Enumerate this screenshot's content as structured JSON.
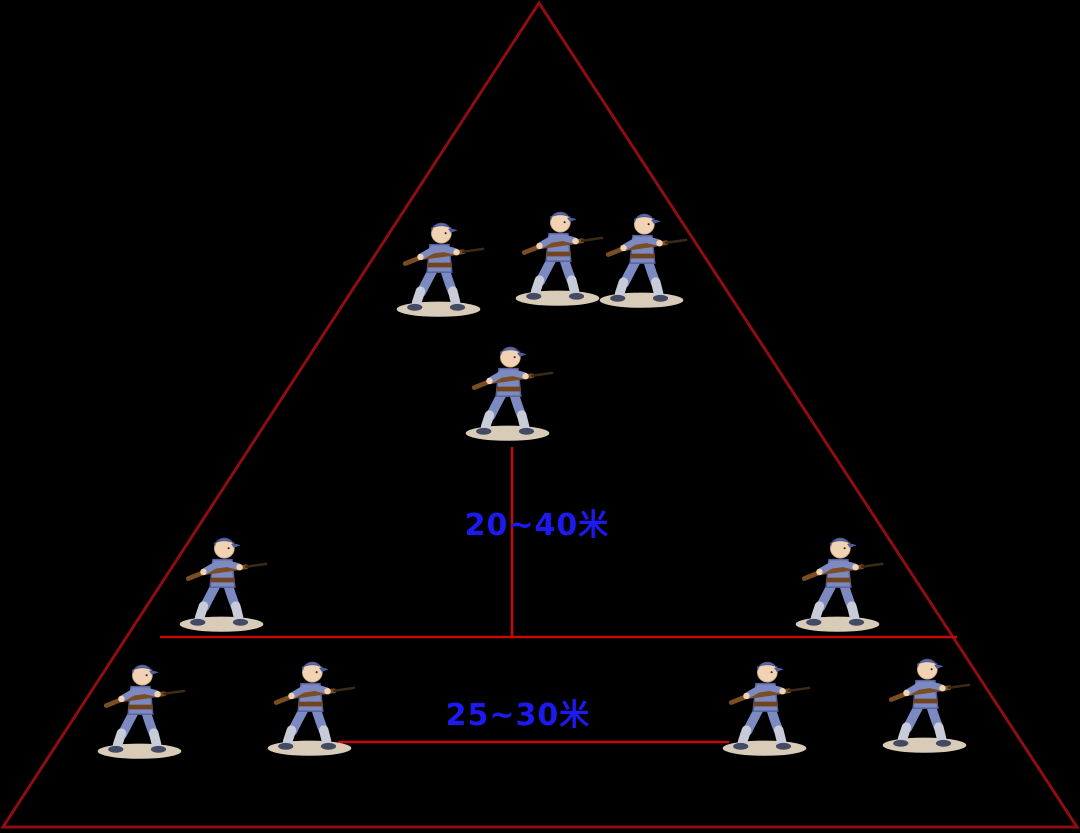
{
  "diagram": {
    "description": "Triangular infantry formation spacing diagram with soldiers and distance annotations",
    "labels": {
      "vertical_distance": "20~40米",
      "horizontal_distance": "25~30米"
    },
    "colors": {
      "background": "#000000",
      "triangle_stroke": "#8e0e10",
      "measure_line": "#c40a0a",
      "label_text": "#1c1af0"
    },
    "soldier_count": 10,
    "groups": {
      "top_cluster": 3,
      "middle_single": 1,
      "mid_flanks": 2,
      "bottom_row": 4
    }
  }
}
